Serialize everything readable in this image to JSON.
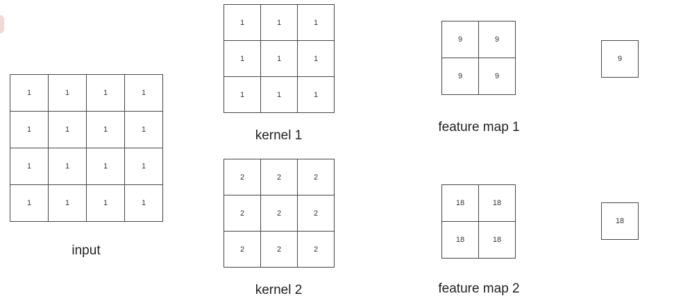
{
  "input": {
    "label": "input",
    "rows": [
      [
        "1",
        "1",
        "1",
        "1"
      ],
      [
        "1",
        "1",
        "1",
        "1"
      ],
      [
        "1",
        "1",
        "1",
        "1"
      ],
      [
        "1",
        "1",
        "1",
        "1"
      ]
    ]
  },
  "kernel1": {
    "label": "kernel 1",
    "rows": [
      [
        "1",
        "1",
        "1"
      ],
      [
        "1",
        "1",
        "1"
      ],
      [
        "1",
        "1",
        "1"
      ]
    ]
  },
  "kernel2": {
    "label": "kernel 2",
    "rows": [
      [
        "2",
        "2",
        "2"
      ],
      [
        "2",
        "2",
        "2"
      ],
      [
        "2",
        "2",
        "2"
      ]
    ]
  },
  "feature_map1": {
    "label": "feature map 1",
    "rows": [
      [
        "9",
        "9"
      ],
      [
        "9",
        "9"
      ]
    ]
  },
  "feature_map2": {
    "label": "feature map 2",
    "rows": [
      [
        "18",
        "18"
      ],
      [
        "18",
        "18"
      ]
    ]
  },
  "pooled1": {
    "rows": [
      [
        "9"
      ]
    ]
  },
  "pooled2": {
    "rows": [
      [
        "18"
      ]
    ]
  }
}
